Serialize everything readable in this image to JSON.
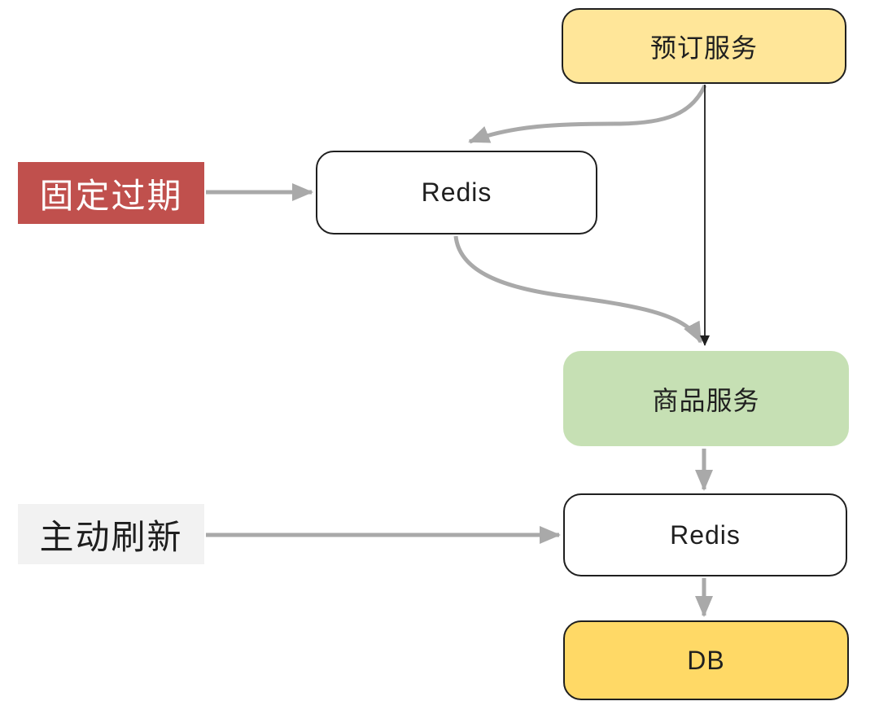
{
  "diagram": {
    "nodes": {
      "booking_service": {
        "label": "预订服务",
        "fill": "#FFE699",
        "border": "#1F1F1F"
      },
      "redis_top": {
        "label": "Redis",
        "fill": "#FFFFFF",
        "border": "#1F1F1F"
      },
      "fixed_expiry": {
        "label": "固定过期",
        "fill": "#C0504D",
        "text_color": "#FFFFFF"
      },
      "product_service": {
        "label": "商品服务",
        "fill": "#C6E0B4"
      },
      "active_refresh": {
        "label": "主动刷新",
        "fill": "#F2F2F2",
        "text_color": "#1F1F1F"
      },
      "redis_bottom": {
        "label": "Redis",
        "fill": "#FFFFFF",
        "border": "#1F1F1F"
      },
      "db": {
        "label": "DB",
        "fill": "#FFD966",
        "border": "#1F1F1F"
      }
    },
    "edges": [
      {
        "from": "fixed_expiry",
        "to": "redis_top",
        "style": "gray-straight-arrow"
      },
      {
        "from": "booking_service",
        "to": "redis_top",
        "style": "gray-curved-arrow"
      },
      {
        "from": "redis_top",
        "to": "product_service",
        "style": "gray-curved-arrow"
      },
      {
        "from": "booking_service",
        "to": "product_service",
        "style": "thin-black-arrow"
      },
      {
        "from": "product_service",
        "to": "redis_bottom",
        "style": "gray-straight-arrow"
      },
      {
        "from": "active_refresh",
        "to": "redis_bottom",
        "style": "gray-straight-arrow"
      },
      {
        "from": "redis_bottom",
        "to": "db",
        "style": "gray-straight-arrow"
      }
    ],
    "colors": {
      "arrow_gray": "#A9A9A9",
      "arrow_black": "#1F1F1F",
      "background": "#FFFFFF"
    }
  }
}
